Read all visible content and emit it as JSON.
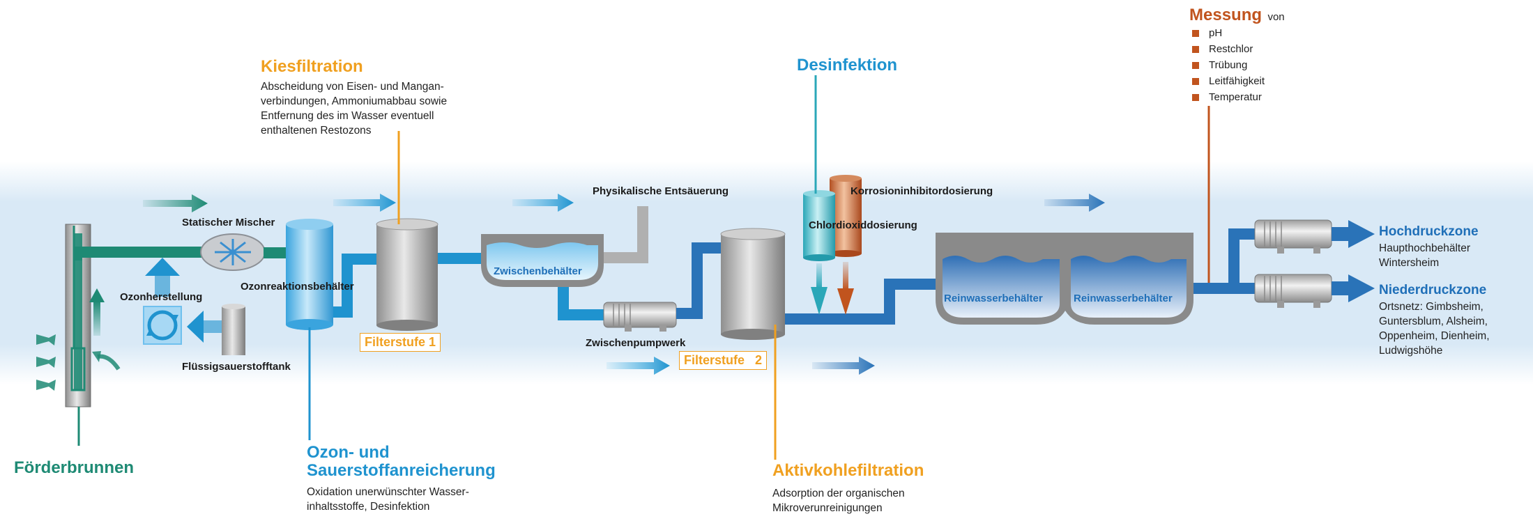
{
  "stages": {
    "kiesfiltration": {
      "title": "Kiesfiltration",
      "desc": "Abscheidung von Eisen- und Mangan-verbindungen, Ammoniumabbau sowie Entfernung des im Wasser eventuell enthaltenen Restozons"
    },
    "desinfektion": {
      "title": "Desinfektion"
    },
    "messung": {
      "title": "Messung",
      "suffix": "von",
      "items": [
        "pH",
        "Restchlor",
        "Trübung",
        "Leitfähigkeit",
        "Temperatur"
      ]
    },
    "foerderbrunnen": {
      "title": "Förderbrunnen"
    },
    "ozon": {
      "title_line1": "Ozon- und",
      "title_line2": "Sauerstoffanreicherung",
      "desc": "Oxidation unerwünschter Wasser-inhaltsstoffe, Desinfektion"
    },
    "aktivkohle": {
      "title": "Aktivkohlefiltration",
      "desc": "Adsorption der organischen Mikroverunreinigungen"
    }
  },
  "labels": {
    "statischer_mischer": "Statischer Mischer",
    "ozonherstellung": "Ozonherstellung",
    "ozonreaktionsbehaelter": "Ozonreaktionsbehälter",
    "fluessigsauerstofftank": "Flüssigsauerstofftank",
    "filterstufe_1": "Filterstufe 1",
    "physikalische_entsaeuerung": "Physikalische Entsäuerung",
    "zwischenbehaelter": "Zwischenbehälter",
    "zwischenpumpwerk": "Zwischenpumpwerk",
    "filterstufe_2": "Filterstufe   2",
    "korrosionsinhibitordosierung": "Korrosioninhibitordosierung",
    "chlordioxiddosierung": "Chlordioxiddosierung",
    "reinwasserbehaelter_1": "Reinwasserbehälter",
    "reinwasserbehaelter_2": "Reinwasserbehälter"
  },
  "zones": {
    "hochdruck": {
      "title": "Hochdruckzone",
      "desc": "Haupthochbehälter Wintersheim"
    },
    "niederdruck": {
      "title": "Niederdruckzone",
      "desc": "Ortsnetz: Gimbsheim, Guntersblum, Alsheim, Oppenheim, Dienheim, Ludwigshöhe"
    }
  },
  "colors": {
    "pipe_green": "#1e8a74",
    "pipe_blue": "#1f93cf",
    "pipe_dark_blue": "#2a73b8",
    "orange": "#f0a020",
    "rust": "#c1541e",
    "band": "#d8e9f6"
  }
}
